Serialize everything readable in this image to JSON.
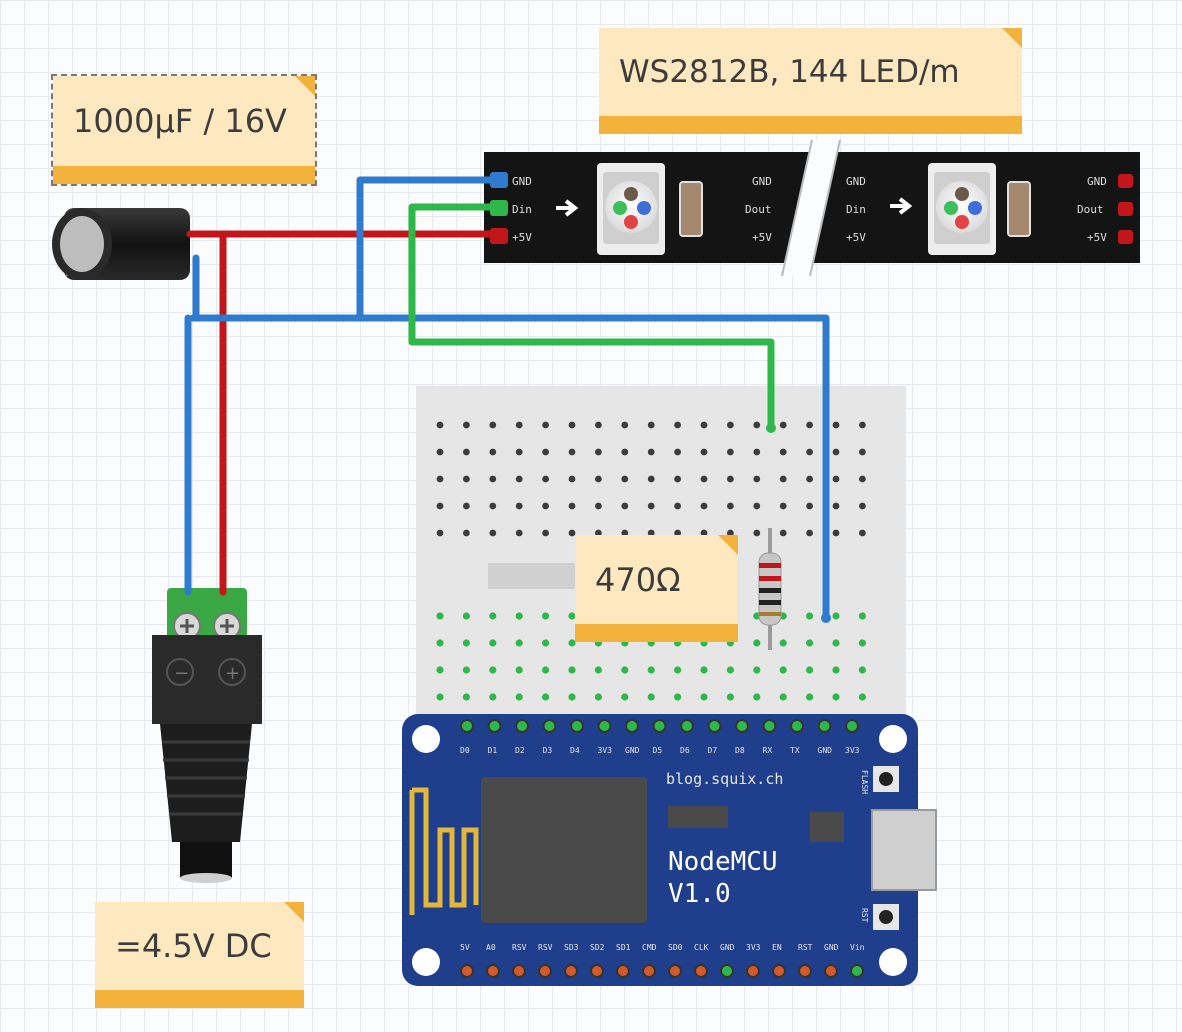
{
  "notes": {
    "capacitor": "1000µF / 16V",
    "strip": "WS2812B, 144 LED/m",
    "resistor": "470Ω",
    "power": "=4.5V DC"
  },
  "strip": {
    "pins_left": [
      "GND",
      "Din",
      "+5V"
    ],
    "pins_right": [
      "GND",
      "Dout",
      "+5V"
    ],
    "pins_second_left": [
      "GND",
      "Din",
      "+5V"
    ],
    "pins_end": [
      "GND",
      "Dout",
      "+5V"
    ]
  },
  "nodemcu": {
    "site": "blog.squix.ch",
    "name_line1": "NodeMCU",
    "name_line2": "V1.0",
    "flash_label": "FLASH",
    "rst_label": "RST",
    "top_pins": [
      "D0",
      "D1",
      "D2",
      "D3",
      "D4",
      "3V3",
      "GND",
      "D5",
      "D6",
      "D7",
      "D8",
      "RX",
      "TX",
      "GND",
      "3V3"
    ],
    "bottom_pins": [
      "5V",
      "A0",
      "RSV",
      "RSV",
      "SD3",
      "SD2",
      "SD1",
      "CMD",
      "SD0",
      "CLK",
      "GND",
      "3V3",
      "EN",
      "RST",
      "GND",
      "Vin"
    ]
  },
  "jack": {
    "minus": "−",
    "plus": "+"
  },
  "colors": {
    "wire_red": "#c2161b",
    "wire_blue": "#2f7ccf",
    "wire_green": "#2fb84a",
    "note_fill": "#fde8c0",
    "note_band": "#f3b23b",
    "pcb_blue": "#1f3f8c",
    "strip_black": "#141414",
    "terminal_green": "#3aa845"
  }
}
